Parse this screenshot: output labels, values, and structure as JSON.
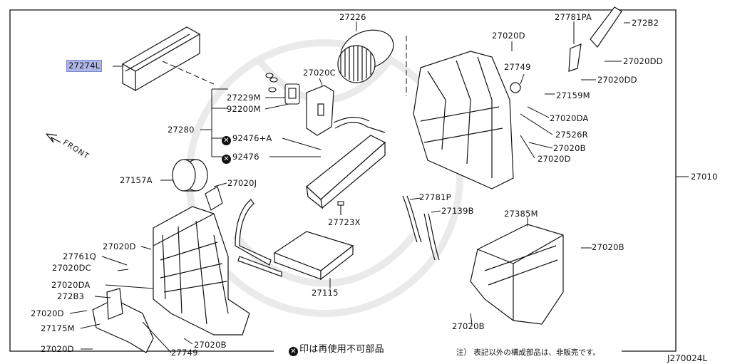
{
  "labels": {
    "p27226": "27226",
    "p27274L": "27274L",
    "p27229M": "27229M",
    "p92200M": "92200M",
    "p27280": "27280",
    "p92476A": "92476+A",
    "p92476": "92476",
    "p27020C": "27020C",
    "p27157A": "27157A",
    "p27020J": "27020J",
    "p27723X": "27723X",
    "p27115": "27115",
    "p27020D_a": "27020D",
    "p27761Q": "27761Q",
    "p27020DC": "27020DC",
    "p27020DA_l": "27020DA",
    "p272B3": "272B3",
    "p27020D_b": "27020D",
    "p27175M": "27175M",
    "p27020D_c": "27020D",
    "p27749_b": "27749",
    "p27020B_b": "27020B",
    "p27020D_top": "27020D",
    "p27749_top": "27749",
    "p27781PA": "27781PA",
    "p272B2": "272B2",
    "p27020DD_1": "27020DD",
    "p27020DD_2": "27020DD",
    "p27159M": "27159M",
    "p27020DA_r": "27020DA",
    "p27526R": "27526R",
    "p27020B_r": "27020B",
    "p27020D_r": "27020D",
    "p27010": "27010",
    "p27781P": "27781P",
    "p27139B": "27139B",
    "p27385M": "27385M",
    "p27020B_m": "27020B",
    "p27020B_bot": "27020B"
  },
  "front_label": "FRONT",
  "non_reusable_note": "印は再使用不可部品",
  "footnote": "注） 表記以外の構成部品は、非販売です。",
  "diagram_code": "J270024L",
  "not_reusable_icon": "✕",
  "colors": {
    "highlight": "#aeb8e8",
    "line": "#111111"
  }
}
